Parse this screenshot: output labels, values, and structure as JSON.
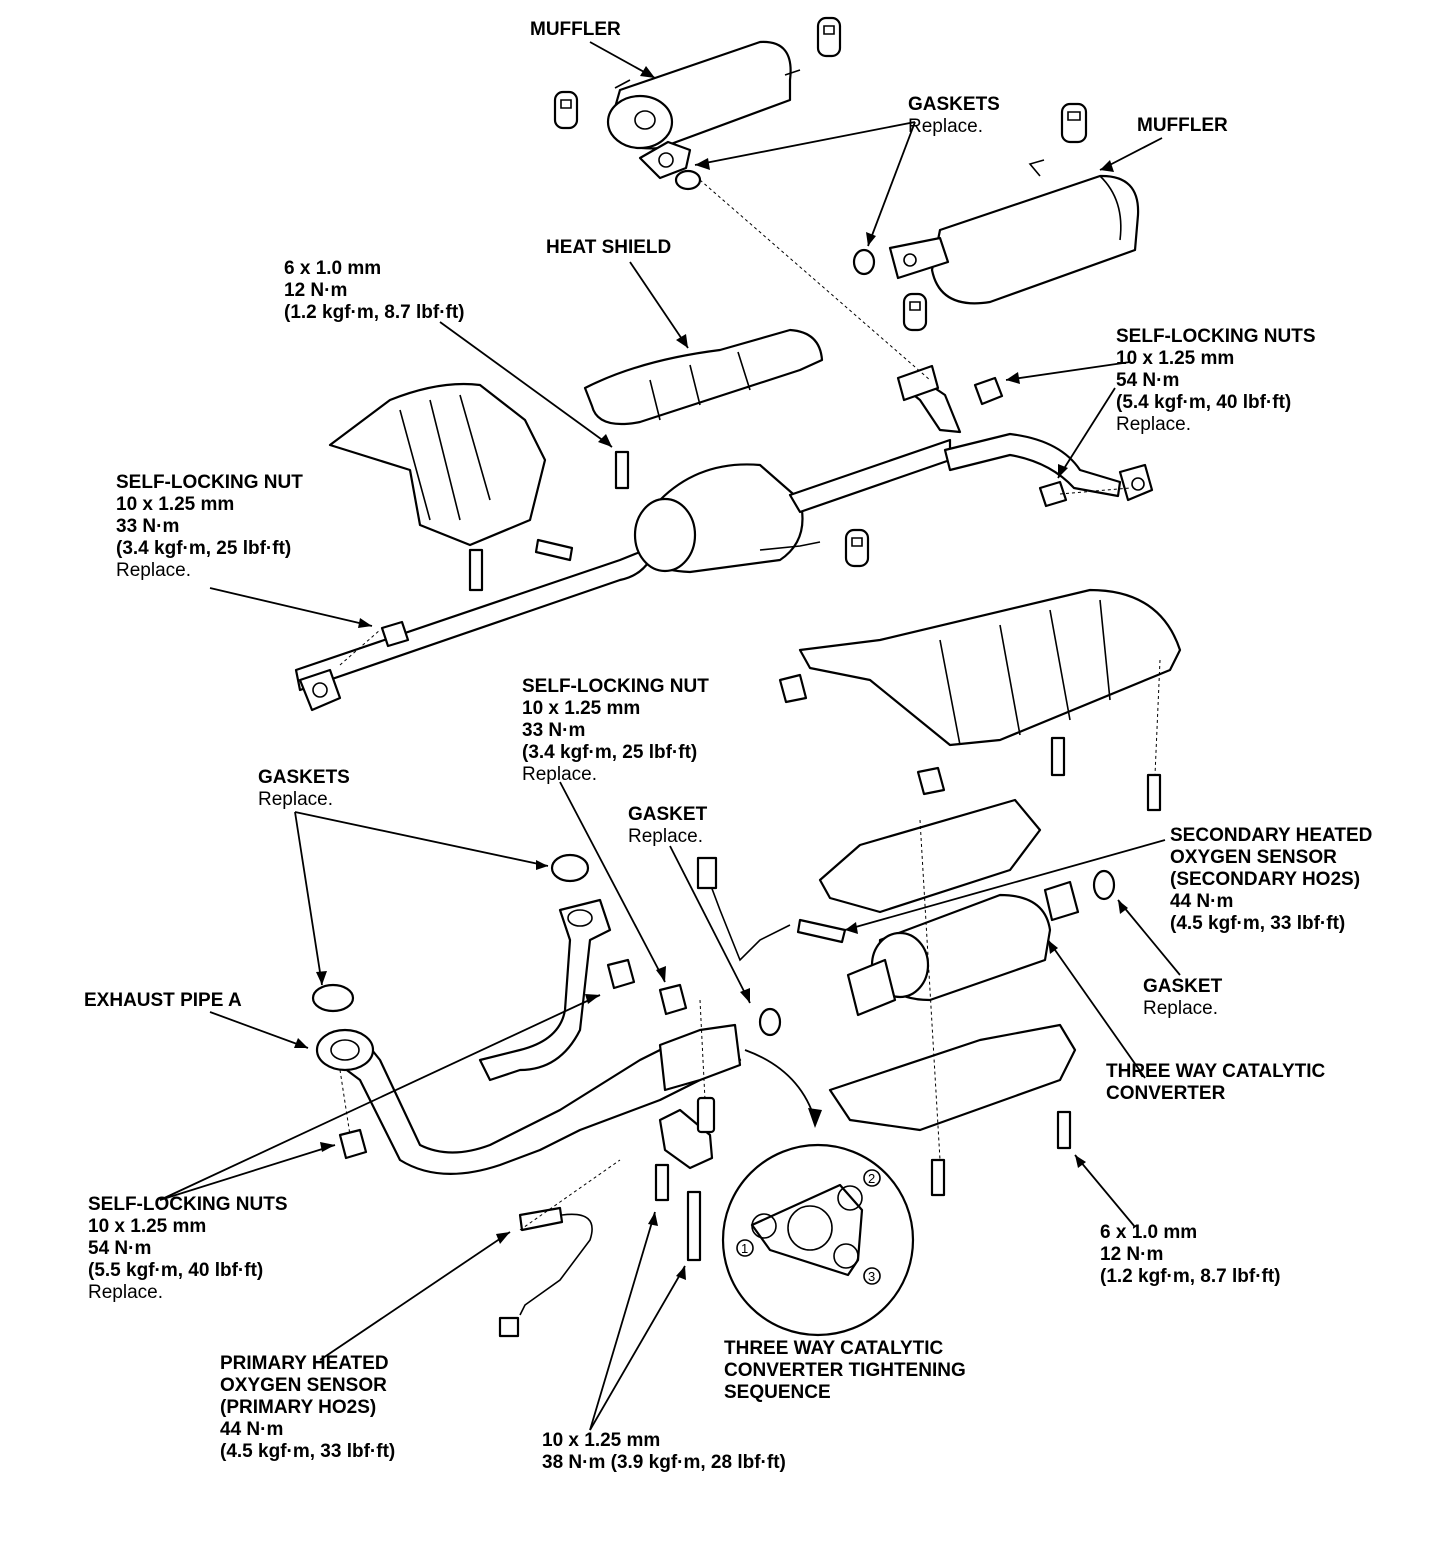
{
  "labels": {
    "muffler_top": {
      "title": "MUFFLER"
    },
    "gaskets_top": {
      "title": "GASKETS",
      "note": "Replace."
    },
    "muffler_right": {
      "title": "MUFFLER"
    },
    "heat_shield": {
      "title": "HEAT SHIELD"
    },
    "bolt_6x1_top": {
      "line1": "6 x 1.0 mm",
      "line2": "12 N·m",
      "line3": "(1.2 kgf·m, 8.7 lbf·ft)"
    },
    "self_locking_nuts_top": {
      "title": "SELF-LOCKING NUTS",
      "line1": "10 x 1.25 mm",
      "line2": "54 N·m",
      "line3": "(5.4 kgf·m, 40 lbf·ft)",
      "note": "Replace."
    },
    "self_locking_nut_left": {
      "title": "SELF-LOCKING NUT",
      "line1": "10 x 1.25 mm",
      "line2": "33 N·m",
      "line3": "(3.4 kgf·m, 25 lbf·ft)",
      "note": "Replace."
    },
    "self_locking_nut_mid": {
      "title": "SELF-LOCKING NUT",
      "line1": "10 x 1.25 mm",
      "line2": "33 N·m",
      "line3": "(3.4 kgf·m, 25 lbf·ft)",
      "note": "Replace."
    },
    "gaskets_left": {
      "title": "GASKETS",
      "note": "Replace."
    },
    "gasket_mid": {
      "title": "GASKET",
      "note": "Replace."
    },
    "secondary_ho2s": {
      "line1": "SECONDARY HEATED",
      "line2": "OXYGEN SENSOR",
      "line3": "(SECONDARY HO2S)",
      "line4": "44 N·m",
      "line5": "(4.5 kgf·m, 33 lbf·ft)"
    },
    "exhaust_pipe_a": {
      "title": "EXHAUST PIPE A"
    },
    "gasket_right": {
      "title": "GASKET",
      "note": "Replace."
    },
    "three_way_cat": {
      "line1": "THREE WAY CATALYTIC",
      "line2": "CONVERTER"
    },
    "self_locking_nuts_bottom": {
      "title": "SELF-LOCKING NUTS",
      "line1": "10 x 1.25 mm",
      "line2": "54 N·m",
      "line3": "(5.5 kgf·m, 40 lbf·ft)",
      "note": "Replace."
    },
    "bolt_6x1_bottom": {
      "line1": "6 x 1.0 mm",
      "line2": "12 N·m",
      "line3": "(1.2 kgf·m, 8.7 lbf·ft)"
    },
    "primary_ho2s": {
      "line1": "PRIMARY HEATED",
      "line2": "OXYGEN SENSOR",
      "line3": "(PRIMARY HO2S)",
      "line4": "44 N·m",
      "line5": "(4.5 kgf·m, 33 lbf·ft)"
    },
    "tightening_sequence": {
      "line1": "THREE WAY CATALYTIC",
      "line2": "CONVERTER TIGHTENING",
      "line3": "SEQUENCE"
    },
    "bolt_10x125_bottom": {
      "line1": "10 x 1.25 mm",
      "line2": "38 N·m (3.9 kgf·m, 28 lbf·ft)"
    }
  },
  "sequence_numbers": [
    "1",
    "2",
    "3"
  ]
}
